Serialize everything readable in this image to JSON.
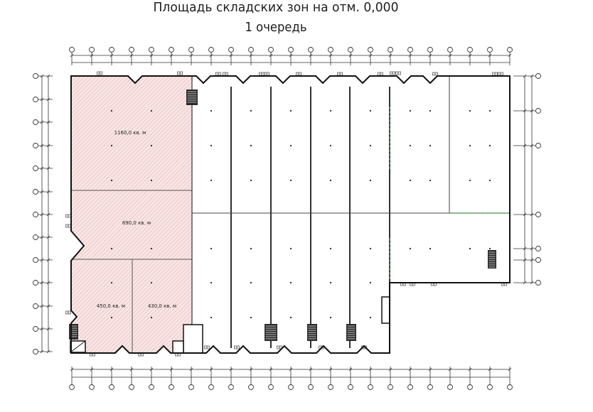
{
  "title": "Площадь складских зон на отм. 0,000",
  "subtitle": "1 очередь",
  "zones": [
    {
      "label": "1160,0 кв. м"
    },
    {
      "label": "690,0 кв. м"
    },
    {
      "label": "450,0 кв. м"
    },
    {
      "label": "430,0 кв. м"
    }
  ],
  "colors": {
    "zone_fill": "#f9e6e6",
    "zone_hatch": "#d58b8b"
  }
}
